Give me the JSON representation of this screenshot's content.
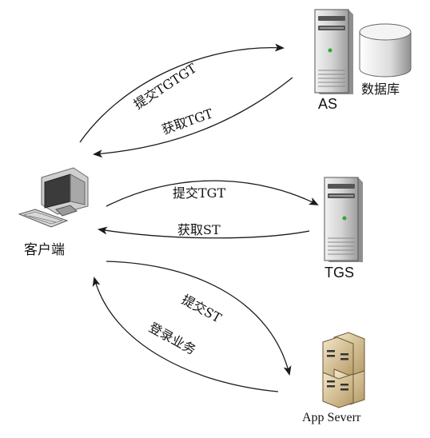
{
  "nodes": {
    "client": "客户端",
    "as": "AS",
    "database": "数据库",
    "tgs": "TGS",
    "app_server": "App Severr"
  },
  "edges": {
    "submit_tgtgt": "提交TGTGT",
    "get_tgt": "获取TGT",
    "submit_tgt": "提交TGT",
    "get_st": "获取ST",
    "submit_st": "提交ST",
    "login_business": "登录业务"
  },
  "colors": {
    "line": "#1a1a1a",
    "server_body": "#d9d9d9",
    "server_dark": "#555555",
    "led": "#2fa83a",
    "monitor_screen": "#3a3a3a"
  }
}
